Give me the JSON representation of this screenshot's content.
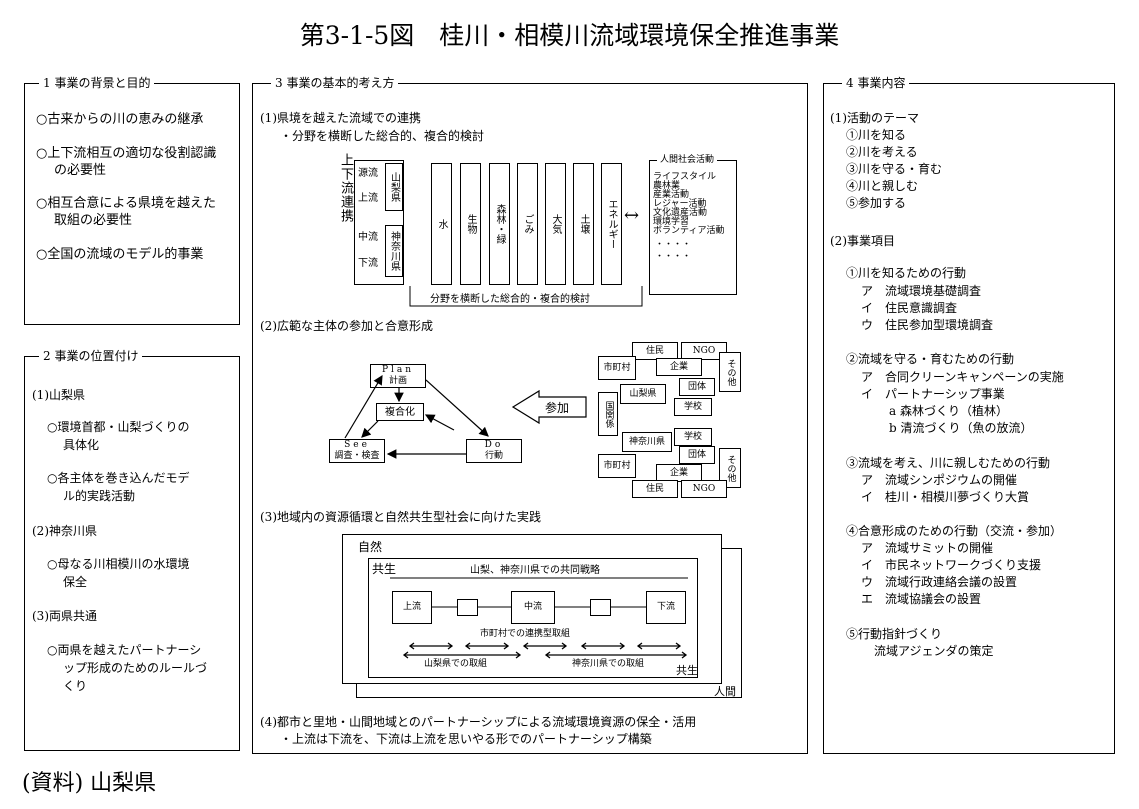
{
  "title": "第3-1-5図　桂川・相模川流域環境保全推進事業",
  "source": "(資料) 山梨県",
  "sec1": {
    "header": "1 事業の背景と目的",
    "items": [
      "○古来からの川の恵みの継承",
      "○上下流相互の適切な役割認識",
      "の必要性",
      "○相互合意による県境を越えた",
      "取組の必要性",
      "○全国の流域のモデル的事業"
    ]
  },
  "sec2": {
    "header": "2 事業の位置付け",
    "lines": [
      "(1)山梨県",
      "○環境首都・山梨づくりの",
      "具体化",
      "○各主体を巻き込んだモデ",
      "ル的実践活動",
      "(2)神奈川県",
      "○母なる川相模川の水環境",
      "保全",
      "(3)両県共通",
      "○両県を越えたパートナーシ",
      "ップ形成のためのルールづ",
      "くり"
    ]
  },
  "sec3": {
    "header": "3 事業の基本的考え方",
    "h1": "(1)県境を越えた流域での連携",
    "h1sub": "・分野を横断した総合的、複合的検討",
    "d1": {
      "vertical_label": "上下流連携",
      "row_labels": [
        "源流",
        "上流",
        "中流",
        "下流"
      ],
      "pref1": "山梨県",
      "pref2": "神奈川県",
      "fields": [
        "水",
        "生物",
        "森林・緑",
        "ごみ",
        "大気",
        "土壌",
        "エネルギー"
      ],
      "arrow": "↔",
      "activity_title": "人間社会活動",
      "activities": [
        "ライフスタイル",
        "農林業",
        "産業活動",
        "レジャー活動",
        "文化遺産活動",
        "環境学習",
        "ボランティア活動",
        "・・・・",
        "・・・・"
      ],
      "bottom_label": "分野を横断した総合的・複合的検討"
    },
    "h2": "(2)広範な主体の参加と合意形成",
    "d2": {
      "plan_en": "Plan",
      "plan_jp": "計画",
      "do_en": "Do",
      "do_jp": "行動",
      "see_en": "See",
      "see_jp": "調査・検査",
      "center": "複合化",
      "arrow_label": "参加",
      "top": {
        "jumin": "住民",
        "ngo": "NGO",
        "shichoson": "市町村",
        "kigyo": "企業",
        "dantai": "団体",
        "sonota": "その他",
        "pref": "山梨県",
        "gakko": "学校"
      },
      "kuni": "国関係",
      "bottom": {
        "pref": "神奈川県",
        "gakko": "学校",
        "dantai": "団体",
        "shichoson": "市町村",
        "kigyo": "企業",
        "sonota": "その他",
        "jumin": "住民",
        "ngo": "NGO"
      }
    },
    "h3": "(3)地域内の資源循環と自然共生型社会に向けた実践",
    "d3": {
      "shizen": "自然",
      "kyosei": "共生",
      "strategy": "山梨、神奈川県での共同戦略",
      "nodes": [
        "上流",
        "中流",
        "下流"
      ],
      "muni": "市町村での連携型取組",
      "yam": "山梨県での取組",
      "kan": "神奈川県での取組",
      "kyosei2": "共生",
      "ningen": "人間"
    },
    "h4": "(4)都市と里地・山間地域とのパートナーシップによる流域環境資源の保全・活用",
    "h4sub": "・上流は下流を、下流は上流を思いやる形でのパートナーシップ構築"
  },
  "sec4": {
    "header": "4 事業内容",
    "lines": [
      "(1)活動のテーマ",
      "①川を知る",
      "②川を考える",
      "③川を守る・育む",
      "④川と親しむ",
      "⑤参加する",
      "(2)事業項目",
      "①川を知るための行動",
      "ア　流域環境基礎調査",
      "イ　住民意識調査",
      "ウ　住民参加型環境調査",
      "②流域を守る・育むための行動",
      "ア　合同クリーンキャンペーンの実施",
      "イ　パートナーシップ事業",
      "a 森林づくり（植林）",
      "b 清流づくり（魚の放流）",
      "③流域を考え、川に親しむための行動",
      "ア　流域シンポジウムの開催",
      "イ　桂川・相模川夢づくり大賞",
      "④合意形成のための行動（交流・参加）",
      "ア　流域サミットの開催",
      "イ　市民ネットワークづくり支援",
      "ウ　流域行政連絡会議の設置",
      "エ　流域協議会の設置",
      "⑤行動指針づくり",
      "流域アジェンダの策定"
    ]
  }
}
